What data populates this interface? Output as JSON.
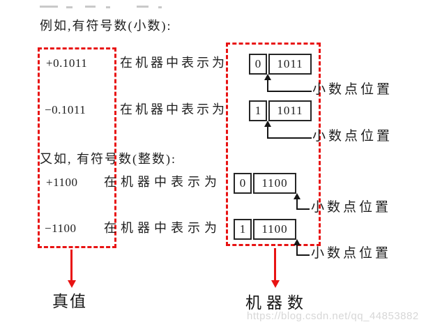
{
  "colors": {
    "accent_red": "#e81313",
    "ink": "#1e1e1e",
    "box_border": "#262626",
    "watermark_gray": "#d7d7d7"
  },
  "headings": {
    "fraction_example": "例如,有符号数(小数):",
    "integer_example": "又如, 有符号数(整数):"
  },
  "common": {
    "represented_as": "在机器中表示为",
    "decimal_point_label": "小数点位置"
  },
  "rows": [
    {
      "true_value": "+0.1011",
      "sign_bit": "0",
      "magnitude": "1011",
      "point_position": "after-sign-bit"
    },
    {
      "true_value": "−0.1011",
      "sign_bit": "1",
      "magnitude": "1011",
      "point_position": "after-sign-bit"
    },
    {
      "true_value": "+1100",
      "sign_bit": "0",
      "magnitude": "1100",
      "point_position": "right-end"
    },
    {
      "true_value": "−1100",
      "sign_bit": "1",
      "magnitude": "1100",
      "point_position": "right-end"
    }
  ],
  "footer": {
    "true_value_label": "真值",
    "machine_number_label": "机器数"
  },
  "watermark": "https://blog.csdn.net/qq_44853882"
}
